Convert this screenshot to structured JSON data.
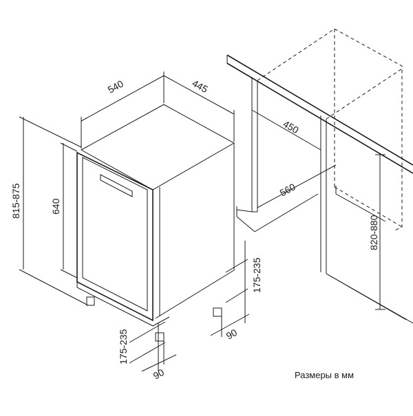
{
  "dimensions": {
    "width": "540",
    "depth": "445",
    "height_total": "815-875",
    "height_door": "640",
    "leg_front": "175-235",
    "leg_rear": "175-235",
    "leg_offset_front": "90",
    "leg_offset_rear": "90",
    "niche_width": "450",
    "niche_depth": "560",
    "niche_height": "820-880"
  },
  "caption": "Размеры в мм"
}
